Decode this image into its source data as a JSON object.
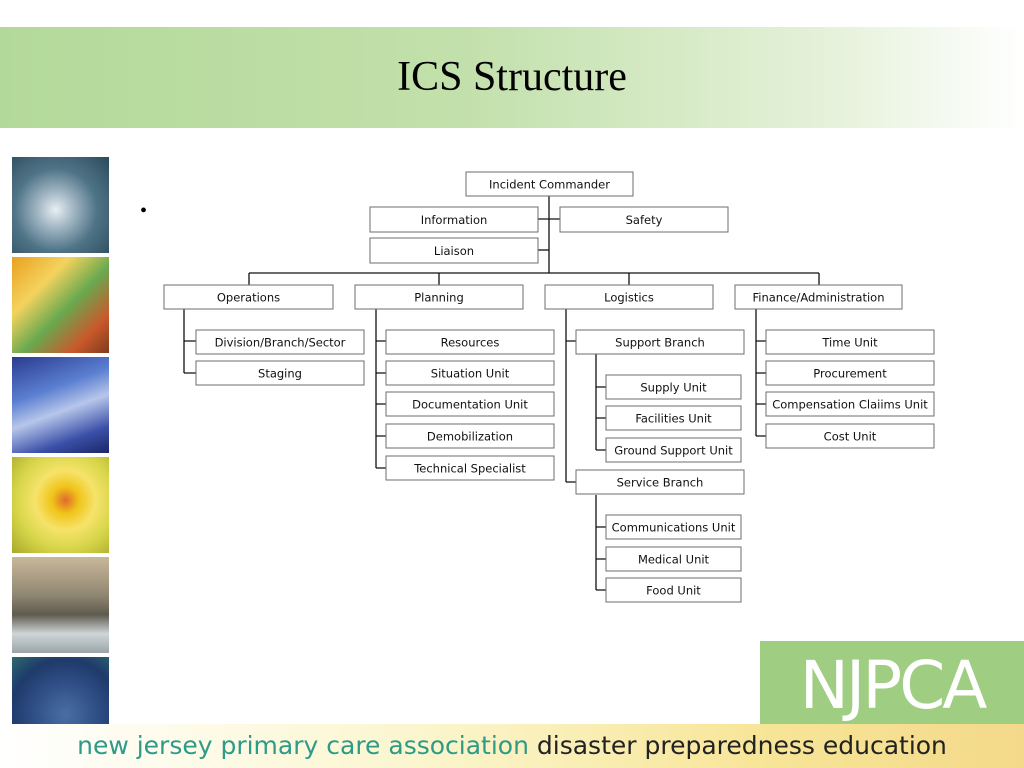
{
  "slide": {
    "title": "ICS Structure",
    "bullet": "•"
  },
  "chart_data": {
    "type": "org-chart",
    "nodes": [
      {
        "id": "incident-commander",
        "label": "Incident Commander",
        "parent": null
      },
      {
        "id": "information",
        "label": "Information",
        "parent": "incident-commander"
      },
      {
        "id": "safety",
        "label": "Safety",
        "parent": "incident-commander"
      },
      {
        "id": "liaison",
        "label": "Liaison",
        "parent": "incident-commander"
      },
      {
        "id": "operations",
        "label": "Operations",
        "parent": "incident-commander"
      },
      {
        "id": "planning",
        "label": "Planning",
        "parent": "incident-commander"
      },
      {
        "id": "logistics",
        "label": "Logistics",
        "parent": "incident-commander"
      },
      {
        "id": "finance-administration",
        "label": "Finance/Administration",
        "parent": "incident-commander"
      },
      {
        "id": "division-branch-sector",
        "label": "Division/Branch/Sector",
        "parent": "operations"
      },
      {
        "id": "staging",
        "label": "Staging",
        "parent": "operations"
      },
      {
        "id": "resources",
        "label": "Resources",
        "parent": "planning"
      },
      {
        "id": "situation-unit",
        "label": "Situation Unit",
        "parent": "planning"
      },
      {
        "id": "documentation-unit",
        "label": "Documentation Unit",
        "parent": "planning"
      },
      {
        "id": "demobilization",
        "label": "Demobilization",
        "parent": "planning"
      },
      {
        "id": "technical-specialist",
        "label": "Technical Specialist",
        "parent": "planning"
      },
      {
        "id": "support-branch",
        "label": "Support Branch",
        "parent": "logistics"
      },
      {
        "id": "supply-unit",
        "label": "Supply Unit",
        "parent": "support-branch"
      },
      {
        "id": "facilities-unit",
        "label": "Facilities Unit",
        "parent": "support-branch"
      },
      {
        "id": "ground-support-unit",
        "label": "Ground Support Unit",
        "parent": "support-branch"
      },
      {
        "id": "service-branch",
        "label": "Service Branch",
        "parent": "logistics"
      },
      {
        "id": "communications-unit",
        "label": "Communications Unit",
        "parent": "service-branch"
      },
      {
        "id": "medical-unit",
        "label": "Medical Unit",
        "parent": "service-branch"
      },
      {
        "id": "food-unit",
        "label": "Food Unit",
        "parent": "service-branch"
      },
      {
        "id": "time-unit",
        "label": "Time Unit",
        "parent": "finance-administration"
      },
      {
        "id": "procurement",
        "label": "Procurement",
        "parent": "finance-administration"
      },
      {
        "id": "compensation-claims-unit",
        "label": "Compensation Claiims Unit",
        "parent": "finance-administration"
      },
      {
        "id": "cost-unit",
        "label": "Cost Unit",
        "parent": "finance-administration"
      }
    ]
  },
  "branding": {
    "logo": "NJPCA",
    "footer_org": "new jersey primary care association",
    "footer_program": "disaster preparedness education",
    "logo_color": "#9fcd82",
    "footer_org_color": "#2e9a88"
  },
  "decor": {
    "photo_strip": [
      "hurricane-photo",
      "lab-vials-photo",
      "hospital-equipment-photo",
      "radiation-photo",
      "flood-photo",
      "biohazard-photo"
    ]
  }
}
